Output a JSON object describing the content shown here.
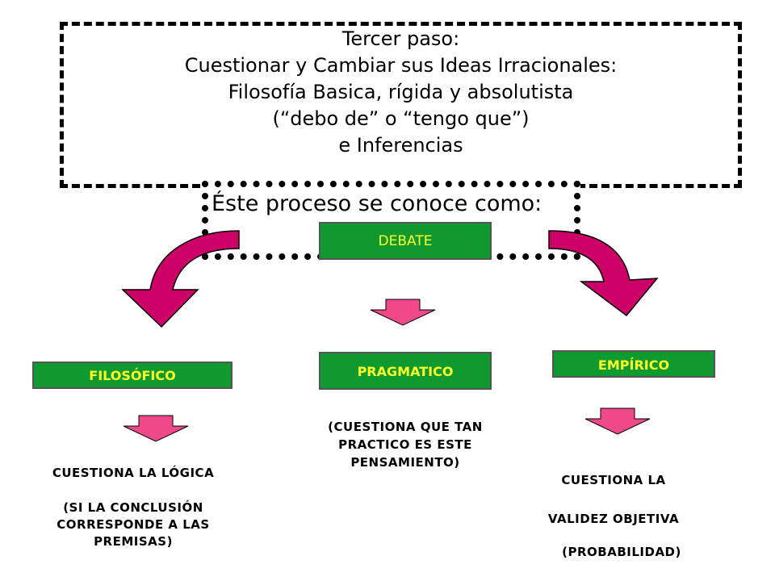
{
  "header": {
    "lines": [
      "Tercer paso:",
      "Cuestionar y Cambiar sus Ideas Irracionales:",
      "Filosofía Basica, rígida y absolutista",
      "(“debo de” o “tengo que”)",
      "e Inferencias"
    ]
  },
  "process_label": "Éste proceso se conoce como:",
  "debate_label": "DEBATE",
  "branches": {
    "filosofico": {
      "label": "FILOSÓFICO",
      "desc_line1": "CUESTIONA LA LÓGICA",
      "desc_line2": "(SI LA CONCLUSIÓN",
      "desc_line3": "CORRESPONDE A LAS",
      "desc_line4": "PREMISAS)"
    },
    "pragmatico": {
      "label": "PRAGMATICO",
      "desc_line1": "(CUESTIONA QUE TAN",
      "desc_line2": "PRACTICO ES ESTE",
      "desc_line3": "PENSAMIENTO)"
    },
    "empirico": {
      "label": "EMPÍRICO",
      "desc_line1": "CUESTIONA LA",
      "desc_line2": "VALIDEZ OBJETIVA",
      "desc_line3": "(PROBABILIDAD)"
    }
  },
  "colors": {
    "box_green": "#0f9a2f",
    "box_text": "#ffff2a",
    "curved_arrow": "#cc0066",
    "down_arrow": "#f0498a"
  }
}
